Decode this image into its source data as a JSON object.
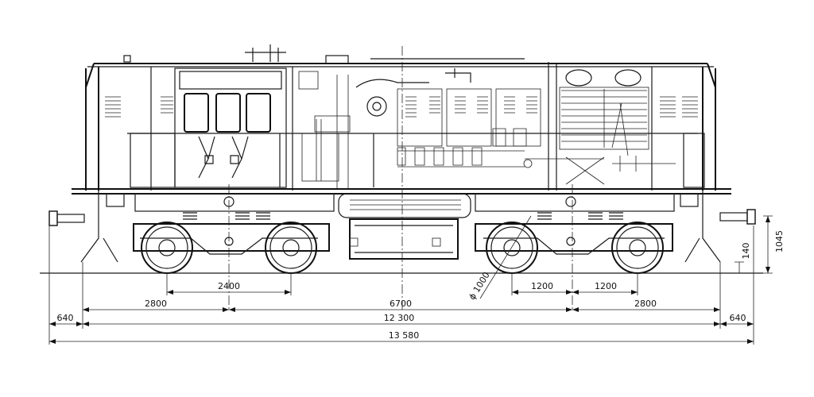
{
  "dimensions": {
    "axle_spacing": "2400",
    "bogie_pitch_left": "2800",
    "bogie_centres": "6700",
    "bogie_pitch_right": "2800",
    "axle_gap_a": "1200",
    "axle_gap_b": "1200",
    "overhang_left": "640",
    "length_over_frame": "12 300",
    "overhang_right": "640",
    "length_over_buffers": "13 580",
    "wheel_diameter": "ϕ 1000",
    "buffer_height": "1045",
    "step_height": "140"
  }
}
